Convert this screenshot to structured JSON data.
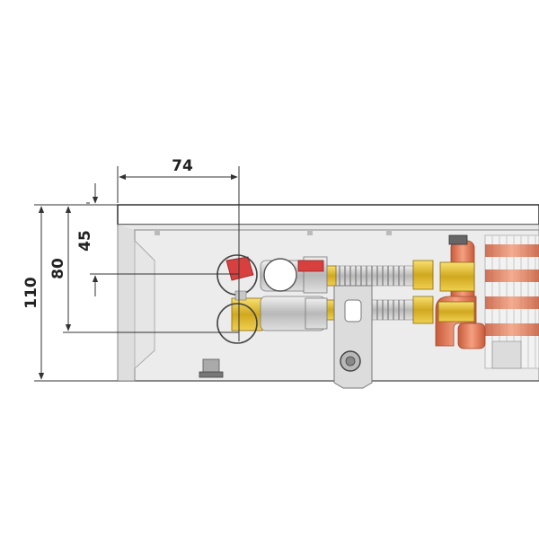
{
  "dimensions": {
    "width_top": "74",
    "height_inner": "45",
    "height_mid": "80",
    "height_total": "110"
  },
  "colors": {
    "line": "#333333",
    "frame": "#9a9a9a",
    "copper": "#e07a5a",
    "brass": "#e8c840",
    "red_valve": "#d84040",
    "silver": "#c8c8c8"
  }
}
